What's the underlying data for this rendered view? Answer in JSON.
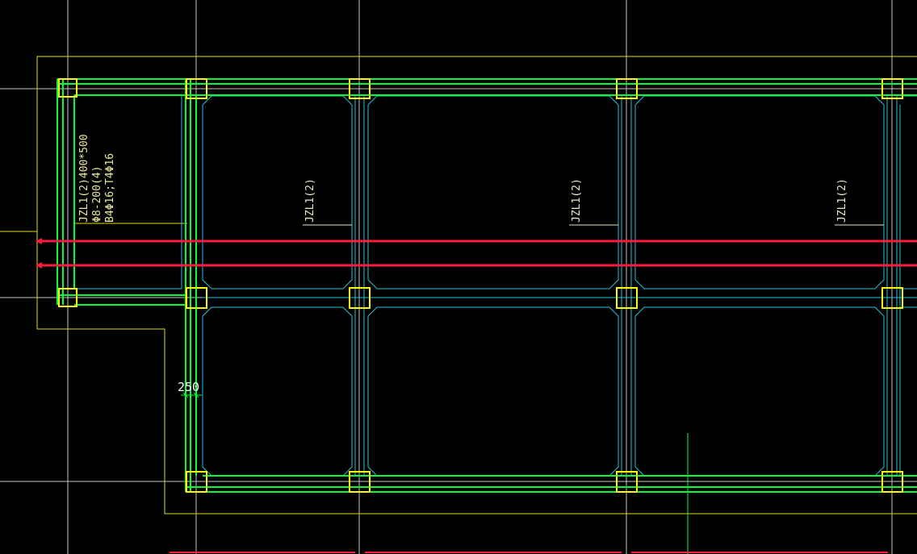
{
  "colors": {
    "background": "#000000",
    "grid": "#e8e8e8",
    "beam": "#00ff33",
    "column": "#ffff00",
    "outline": "#e0e000",
    "inner": "#21c6d6",
    "section": "#ff1a40",
    "label": "#e8e8c8",
    "dim": "#ffffff",
    "cursor": "#00ff33"
  },
  "labels": {
    "beam_main_line1": "JZL1(2)400*500",
    "beam_main_line2": "Φ8-200(4)",
    "beam_main_line3": "B4Φ16;T4Φ16",
    "beam_bay1": "JZL1(2)",
    "beam_bay2": "JZL1(2)",
    "beam_bay3": "JZL1(2)",
    "dimension_250": "250"
  }
}
